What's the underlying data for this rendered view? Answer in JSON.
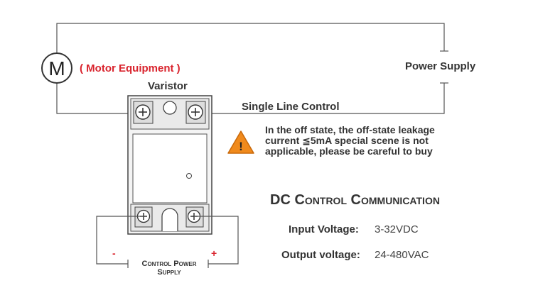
{
  "motor": {
    "symbol": "M",
    "label": "( Motor Equipment )"
  },
  "power_supply": {
    "label": "Power Supply"
  },
  "varistor": {
    "label": "Varistor"
  },
  "single_line": {
    "label": "Single Line Control"
  },
  "warning": {
    "icon": "warning-triangle-icon",
    "symbol": "!",
    "text": "In the off state, the off-state leakage current ≦5mA special scene is not applicable, please be careful to buy"
  },
  "dc_control": {
    "title": "DC Control Communication"
  },
  "specs": {
    "input_label": "Input Voltage:",
    "input_value": "3-32VDC",
    "output_label": "Output voltage:",
    "output_value": "24-480VAC"
  },
  "control_power": {
    "label": "Control Power Supply",
    "minus": "-",
    "plus": "+"
  },
  "colors": {
    "accent_red": "#d9232d",
    "warning_orange": "#f08a1c",
    "line": "#555555",
    "relay_border": "#444444"
  }
}
